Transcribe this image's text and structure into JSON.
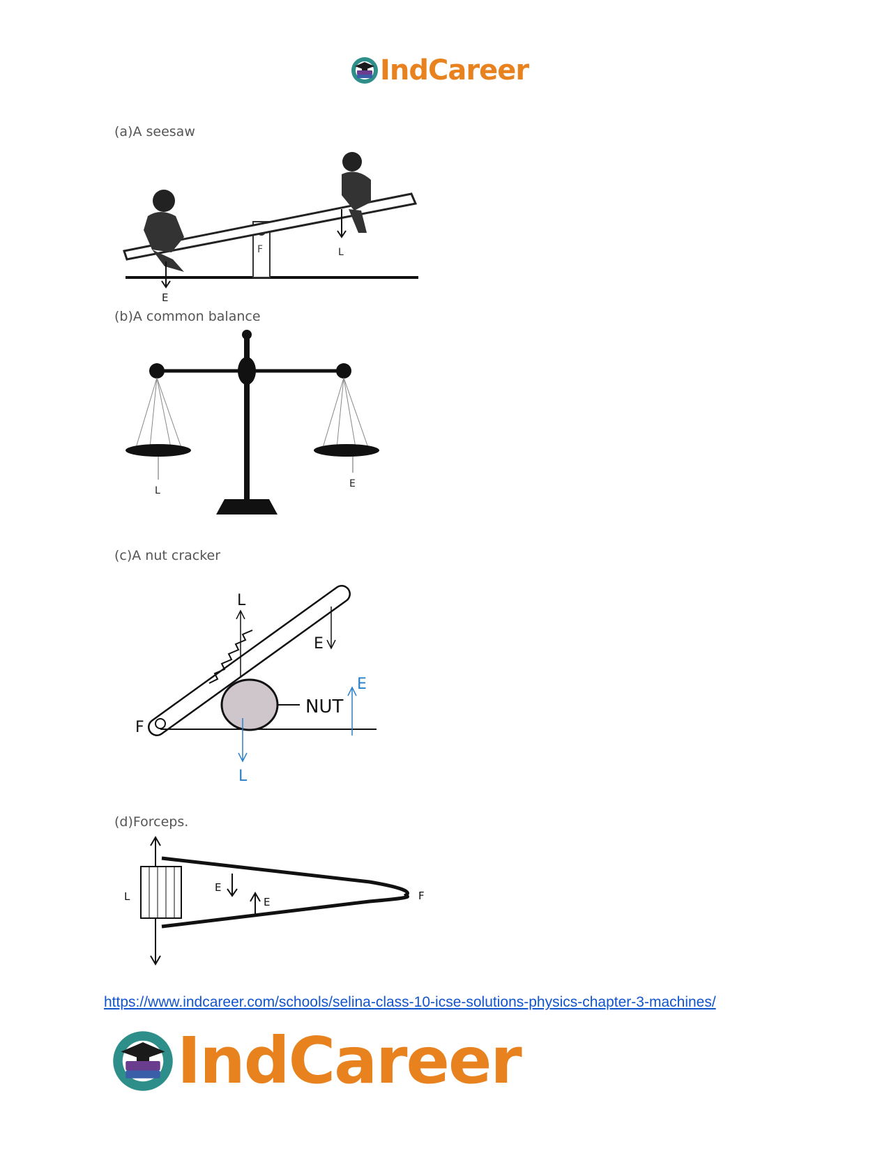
{
  "brand": {
    "name": "IndCareer",
    "color": "#e8821e"
  },
  "sections": {
    "a": {
      "caption": "(a)A seesaw",
      "labels": {
        "effort": "E",
        "fulcrum": "F",
        "load": "L"
      }
    },
    "b": {
      "caption": "(b)A common balance",
      "labels": {
        "load": "L",
        "effort": "E"
      }
    },
    "c": {
      "caption": "(c)A nut cracker",
      "labels": {
        "load_top": "L",
        "effort_top": "E",
        "effort_blue": "E",
        "nut": "NUT",
        "fulcrum": "F",
        "load_blue": "L"
      }
    },
    "d": {
      "caption": "(d)Forceps.",
      "labels": {
        "load": "L",
        "effort_top": "E",
        "effort_bottom": "E",
        "fulcrum": "F"
      }
    }
  },
  "footer": {
    "url": "https://www.indcareer.com/schools/selina-class-10-icse-solutions-physics-chapter-3-machines/"
  },
  "colors": {
    "caption": "#555555",
    "link": "#1155cc",
    "blue_arrow": "#2a7fc9"
  }
}
